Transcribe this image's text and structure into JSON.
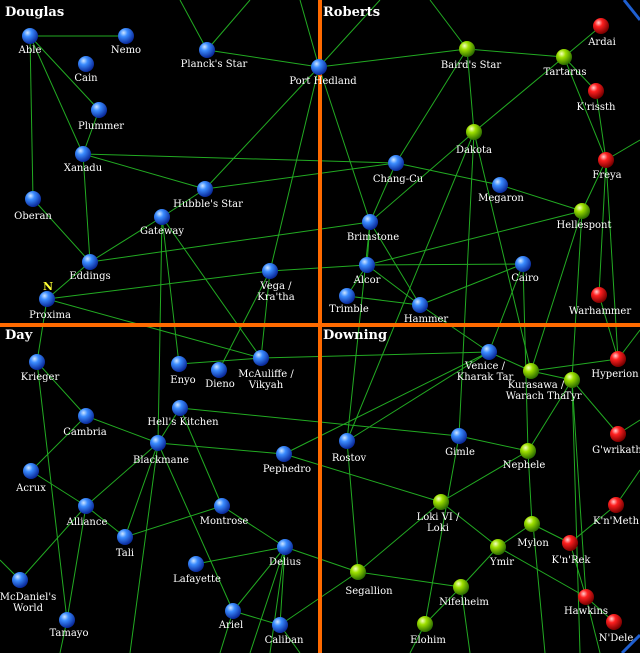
{
  "colors": {
    "background": "#000000",
    "divider": "#ff6a00",
    "link": "#22aa22",
    "border": "#1f5fd0",
    "faction_blue": "#1f7fff",
    "faction_green": "#7ed400",
    "faction_red": "#ee1111"
  },
  "quadrants": [
    "Douglas",
    "Roberts",
    "Day",
    "Downing"
  ],
  "north_marker": "N",
  "systems": [
    {
      "id": "able",
      "name": "Able",
      "color": "blue"
    },
    {
      "id": "nemo",
      "name": "Nemo",
      "color": "blue"
    },
    {
      "id": "cain",
      "name": "Cain",
      "color": "blue"
    },
    {
      "id": "plummer",
      "name": "Plummer",
      "color": "blue"
    },
    {
      "id": "xanadu",
      "name": "Xanadu",
      "color": "blue"
    },
    {
      "id": "oberan",
      "name": "Oberan",
      "color": "blue"
    },
    {
      "id": "plancks",
      "name": "Planck's Star",
      "color": "blue"
    },
    {
      "id": "porthedland",
      "name": "Port Hedland",
      "color": "blue"
    },
    {
      "id": "hubbles",
      "name": "Hubble's Star",
      "color": "blue"
    },
    {
      "id": "gateway",
      "name": "Gateway",
      "color": "blue"
    },
    {
      "id": "eddings",
      "name": "Eddings",
      "color": "blue"
    },
    {
      "id": "proxima",
      "name": "Proxima",
      "color": "blue"
    },
    {
      "id": "vega",
      "name": "Vega /",
      "name2": "Kra'tha",
      "color": "blue"
    },
    {
      "id": "bairds",
      "name": "Baird's Star",
      "color": "green"
    },
    {
      "id": "tartarus",
      "name": "Tartarus",
      "color": "green"
    },
    {
      "id": "ardai",
      "name": "Ardai",
      "color": "red"
    },
    {
      "id": "krissth",
      "name": "K'rissth",
      "color": "red"
    },
    {
      "id": "dakota",
      "name": "Dakota",
      "color": "green"
    },
    {
      "id": "freya",
      "name": "Freya",
      "color": "red"
    },
    {
      "id": "changcu",
      "name": "Chang-Cu",
      "color": "blue"
    },
    {
      "id": "megaron",
      "name": "Megaron",
      "color": "blue"
    },
    {
      "id": "hellespont",
      "name": "Hellespont",
      "color": "green"
    },
    {
      "id": "brimstone",
      "name": "Brimstone",
      "color": "blue"
    },
    {
      "id": "alcor",
      "name": "Alcor",
      "color": "blue"
    },
    {
      "id": "cairo",
      "name": "Cairo",
      "color": "blue"
    },
    {
      "id": "trimble",
      "name": "Trimble",
      "color": "blue"
    },
    {
      "id": "hammer",
      "name": "Hammer",
      "color": "blue"
    },
    {
      "id": "warhammer",
      "name": "Warhammer",
      "color": "red"
    },
    {
      "id": "krieger",
      "name": "Krieger",
      "color": "blue"
    },
    {
      "id": "enyo",
      "name": "Enyo",
      "color": "blue"
    },
    {
      "id": "dieno",
      "name": "Dieno",
      "color": "blue"
    },
    {
      "id": "mcauliffe",
      "name": "McAuliffe /",
      "name2": "Vikyah",
      "color": "blue"
    },
    {
      "id": "cambria",
      "name": "Cambria",
      "color": "blue"
    },
    {
      "id": "hellskitchen",
      "name": "Hell's Kitchen",
      "color": "blue"
    },
    {
      "id": "blackmane",
      "name": "Blackmane",
      "color": "blue"
    },
    {
      "id": "acrux",
      "name": "Acrux",
      "color": "blue"
    },
    {
      "id": "pephedro",
      "name": "Pephedro",
      "color": "blue"
    },
    {
      "id": "alliance",
      "name": "Alliance",
      "color": "blue"
    },
    {
      "id": "montrose",
      "name": "Montrose",
      "color": "blue"
    },
    {
      "id": "tali",
      "name": "Tali",
      "color": "blue"
    },
    {
      "id": "lafayette",
      "name": "Lafayette",
      "color": "blue"
    },
    {
      "id": "delius",
      "name": "Delius",
      "color": "blue"
    },
    {
      "id": "mcdaniels",
      "name": "McDaniel's",
      "name2": "World",
      "color": "blue"
    },
    {
      "id": "tamayo",
      "name": "Tamayo",
      "color": "blue"
    },
    {
      "id": "ariel",
      "name": "Ariel",
      "color": "blue"
    },
    {
      "id": "caliban",
      "name": "Caliban",
      "color": "blue"
    },
    {
      "id": "venice",
      "name": "Venice /",
      "name2": "Kharak Tar",
      "color": "blue"
    },
    {
      "id": "kurasawa",
      "name": "Kurasawa  /",
      "name2": "Warach Tha",
      "color": "green"
    },
    {
      "id": "tyr",
      "name": "Tyr",
      "color": "green"
    },
    {
      "id": "hyperion",
      "name": "Hyperion",
      "color": "red"
    },
    {
      "id": "rostov",
      "name": "Rostov",
      "color": "blue"
    },
    {
      "id": "gimle",
      "name": "Gimle",
      "color": "blue"
    },
    {
      "id": "nephele",
      "name": "Nephele",
      "color": "green"
    },
    {
      "id": "gwrikath",
      "name": "G'wrikath",
      "color": "red"
    },
    {
      "id": "loki",
      "name": "Loki VI /",
      "name2": "Loki",
      "color": "green"
    },
    {
      "id": "knmeth",
      "name": "K'n'Meth",
      "color": "red"
    },
    {
      "id": "mylon",
      "name": "Mylon",
      "color": "green"
    },
    {
      "id": "ymir",
      "name": "Ymir",
      "color": "green"
    },
    {
      "id": "knrek",
      "name": "K'n'Rek",
      "color": "red"
    },
    {
      "id": "segallion",
      "name": "Segallion",
      "color": "green"
    },
    {
      "id": "nifelheim",
      "name": "Nifelheim",
      "color": "green"
    },
    {
      "id": "hawkins",
      "name": "Hawkins",
      "color": "red"
    },
    {
      "id": "elohim",
      "name": "Elohim",
      "color": "green"
    },
    {
      "id": "ndele",
      "name": "N'Dele",
      "color": "red"
    }
  ],
  "links": [
    [
      "able",
      "nemo"
    ],
    [
      "able",
      "plummer"
    ],
    [
      "able",
      "oberan"
    ],
    [
      "able",
      "xanadu"
    ],
    [
      "xanadu",
      "plummer"
    ],
    [
      "xanadu",
      "hubbles"
    ],
    [
      "xanadu",
      "eddings"
    ],
    [
      "xanadu",
      "changcu"
    ],
    [
      "oberan",
      "eddings"
    ],
    [
      "eddings",
      "gateway"
    ],
    [
      "eddings",
      "brimstone"
    ],
    [
      "gateway",
      "hubbles"
    ],
    [
      "hubbles",
      "porthedland"
    ],
    [
      "hubbles",
      "changcu"
    ],
    [
      "plancks",
      "porthedland"
    ],
    [
      "porthedland",
      "bairds"
    ],
    [
      "porthedland",
      "brimstone"
    ],
    [
      "porthedland",
      "vega"
    ],
    [
      "bairds",
      "tartarus"
    ],
    [
      "bairds",
      "dakota"
    ],
    [
      "bairds",
      "changcu"
    ],
    [
      "tartarus",
      "ardai"
    ],
    [
      "tartarus",
      "krissth"
    ],
    [
      "tartarus",
      "freya"
    ],
    [
      "tartarus",
      "dakota"
    ],
    [
      "krissth",
      "freya"
    ],
    [
      "freya",
      "hellespont"
    ],
    [
      "freya",
      "warhammer"
    ],
    [
      "freya",
      "hyperion"
    ],
    [
      "dakota",
      "brimstone"
    ],
    [
      "dakota",
      "gimle"
    ],
    [
      "dakota",
      "kurasawa"
    ],
    [
      "dakota",
      "rostov"
    ],
    [
      "changcu",
      "brimstone"
    ],
    [
      "changcu",
      "megaron"
    ],
    [
      "megaron",
      "hellespont"
    ],
    [
      "hellespont",
      "alcor"
    ],
    [
      "hellespont",
      "tyr"
    ],
    [
      "hellespont",
      "kurasawa"
    ],
    [
      "brimstone",
      "alcor"
    ],
    [
      "brimstone",
      "rostov"
    ],
    [
      "brimstone",
      "hammer"
    ],
    [
      "alcor",
      "cairo"
    ],
    [
      "alcor",
      "trimble"
    ],
    [
      "alcor",
      "hammer"
    ],
    [
      "alcor",
      "vega"
    ],
    [
      "cairo",
      "hammer"
    ],
    [
      "cairo",
      "venice"
    ],
    [
      "cairo",
      "nephele"
    ],
    [
      "trimble",
      "hammer"
    ],
    [
      "hammer",
      "venice"
    ],
    [
      "warhammer",
      "hyperion"
    ],
    [
      "proxima",
      "vega"
    ],
    [
      "proxima",
      "eddings"
    ],
    [
      "proxima",
      "krieger"
    ],
    [
      "proxima",
      "mcauliffe"
    ],
    [
      "gateway",
      "mcauliffe"
    ],
    [
      "gateway",
      "enyo"
    ],
    [
      "gateway",
      "blackmane"
    ],
    [
      "vega",
      "dieno"
    ],
    [
      "vega",
      "mcauliffe"
    ],
    [
      "mcauliffe",
      "enyo"
    ],
    [
      "mcauliffe",
      "venice"
    ],
    [
      "krieger",
      "cambria"
    ],
    [
      "krieger",
      "tamayo"
    ],
    [
      "cambria",
      "acrux"
    ],
    [
      "cambria",
      "blackmane"
    ],
    [
      "acrux",
      "alliance"
    ],
    [
      "alliance",
      "tali"
    ],
    [
      "alliance",
      "blackmane"
    ],
    [
      "alliance",
      "mcdaniels"
    ],
    [
      "blackmane",
      "pephedro"
    ],
    [
      "blackmane",
      "tali"
    ],
    [
      "blackmane",
      "ariel"
    ],
    [
      "hellskitchen",
      "blackmane"
    ],
    [
      "hellskitchen",
      "montrose"
    ],
    [
      "hellskitchen",
      "gimle"
    ],
    [
      "montrose",
      "tali"
    ],
    [
      "montrose",
      "delius"
    ],
    [
      "lafayette",
      "delius"
    ],
    [
      "delius",
      "ariel"
    ],
    [
      "delius",
      "caliban"
    ],
    [
      "delius",
      "segallion"
    ],
    [
      "pephedro",
      "venice"
    ],
    [
      "pephedro",
      "loki"
    ],
    [
      "rostov",
      "venice"
    ],
    [
      "rostov",
      "segallion"
    ],
    [
      "venice",
      "kurasawa"
    ],
    [
      "kurasawa",
      "tyr"
    ],
    [
      "kurasawa",
      "hyperion"
    ],
    [
      "tyr",
      "gwrikath"
    ],
    [
      "tyr",
      "hawkins"
    ],
    [
      "tyr",
      "nephele"
    ],
    [
      "gimle",
      "nephele"
    ],
    [
      "gimle",
      "elohim"
    ],
    [
      "nephele",
      "loki"
    ],
    [
      "nephele",
      "mylon"
    ],
    [
      "loki",
      "segallion"
    ],
    [
      "loki",
      "ymir"
    ],
    [
      "ymir",
      "mylon"
    ],
    [
      "ymir",
      "nifelheim"
    ],
    [
      "ymir",
      "hawkins"
    ],
    [
      "mylon",
      "knrek"
    ],
    [
      "knrek",
      "knmeth"
    ],
    [
      "knrek",
      "hawkins"
    ],
    [
      "segallion",
      "nifelheim"
    ],
    [
      "nifelheim",
      "elohim"
    ],
    [
      "hawkins",
      "ndele"
    ],
    [
      "segallion",
      "caliban"
    ],
    [
      "tamayo",
      "alliance"
    ],
    [
      "caliban",
      "ariel"
    ]
  ]
}
